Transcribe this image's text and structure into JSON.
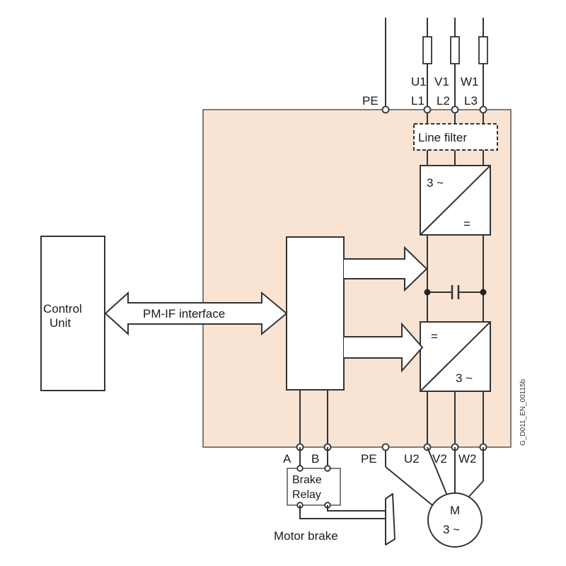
{
  "diagram": {
    "control_unit": {
      "line1": "Control",
      "line2": "Unit"
    },
    "interface_label": "PM-IF interface",
    "supply_terminals": {
      "pe": "PE",
      "u1": "U1",
      "v1": "V1",
      "w1": "W1",
      "l1": "L1",
      "l2": "L2",
      "l3": "L3"
    },
    "line_filter": "Line filter",
    "rectifier": {
      "input": "3 ~",
      "output": "="
    },
    "inverter": {
      "input": "=",
      "output": "3 ~"
    },
    "bottom_terminals": {
      "a": "A",
      "b": "B",
      "pe": "PE",
      "u2": "U2",
      "v2": "V2",
      "w2": "W2"
    },
    "brake_relay": {
      "line1": "Brake",
      "line2": "Relay"
    },
    "motor": {
      "line1": "M",
      "line2": "3 ~"
    },
    "motor_brake": "Motor brake",
    "doc_id": "G_D011_EN_00115b",
    "colors": {
      "module_fill": "#f9e3d3",
      "line": "#333333"
    }
  }
}
